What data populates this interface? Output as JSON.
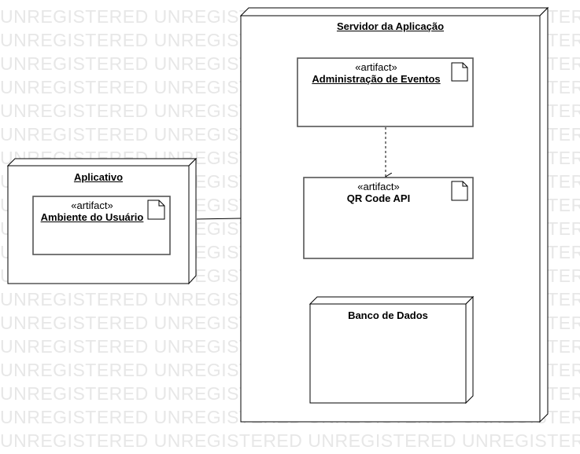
{
  "watermark": "UNREGISTERED",
  "nodes": {
    "server": {
      "title": "Servidor da Aplicação"
    },
    "app": {
      "title": "Aplicativo"
    },
    "database": {
      "title": "Banco de Dados"
    }
  },
  "artifacts": {
    "events_admin": {
      "stereotype": "«artifact»",
      "name": "Administração de Eventos"
    },
    "qr_api": {
      "stereotype": "«artifact»",
      "name": "QR Code API"
    },
    "user_env": {
      "stereotype": "«artifact»",
      "name": "Ambiente do Usuário"
    }
  }
}
